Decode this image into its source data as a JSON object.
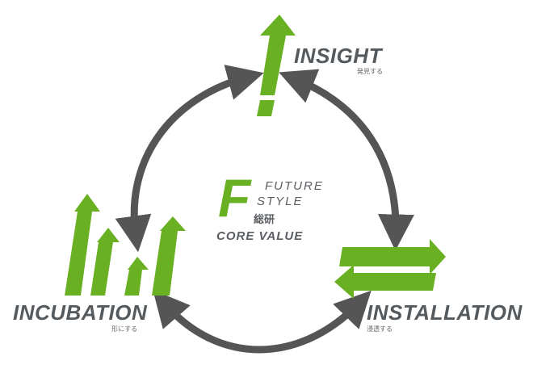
{
  "stages": {
    "insight": {
      "label": "INSIGHT",
      "sub": "発見する",
      "icon": "exclamation-arrow-icon"
    },
    "installation": {
      "label": "INSTALLATION",
      "sub": "浸透する",
      "icon": "exchange-arrows-icon"
    },
    "incubation": {
      "label": "INCUBATION",
      "sub": "形にする",
      "icon": "growth-bars-icon"
    }
  },
  "center": {
    "letter": "F",
    "line1": "FUTURE",
    "line2": "STYLE",
    "line3": "総研",
    "core": "CORE VALUE"
  },
  "colors": {
    "green": "#6ab023",
    "arrow_gray": "#555555",
    "text_gray": "#555a5e"
  }
}
